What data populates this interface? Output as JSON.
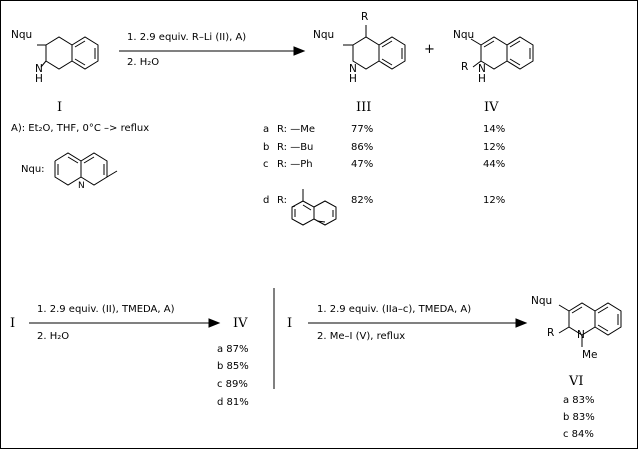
{
  "top_reaction": {
    "reagent_line1": "1.  2.9 equiv.  R–Li  (II),  A)",
    "reagent_line2": "2.  H₂O",
    "start": {
      "group": "Nqu",
      "nh": "N",
      "h": "H",
      "label": "I"
    },
    "product3": {
      "group": "Nqu",
      "r": "R",
      "nh": "N",
      "h": "H",
      "label": "III"
    },
    "plus": "+",
    "product4": {
      "group": "Nqu",
      "r": "R",
      "nh": "N",
      "h": "H",
      "label": "IV"
    },
    "conditions_note": "A):  Et₂O,  THF,  0°C –> reflux",
    "nqu_legend": "Nqu:",
    "nqu_ring_n": "N",
    "rows": [
      {
        "letter": "a",
        "r": "R: —Me",
        "y3": "77%",
        "y4": "14%"
      },
      {
        "letter": "b",
        "r": "R: —Bu",
        "y3": "86%",
        "y4": "12%"
      },
      {
        "letter": "c",
        "r": "R: —Ph",
        "y3": "47%",
        "y4": "44%"
      },
      {
        "letter": "d",
        "r": "R:",
        "y3": "82%",
        "y4": "12%"
      }
    ]
  },
  "bottom_left": {
    "start": "I",
    "reagent_line1": "1.  2.9 equiv.  (II),  TMEDA,  A)",
    "reagent_line2": "2.  H₂O",
    "product": "IV",
    "yields": [
      "a  87%",
      "b  85%",
      "c  89%",
      "d  81%"
    ]
  },
  "bottom_right": {
    "start": "I",
    "reagent_line1": "1.  2.9 equiv.  (IIa–c),  TMEDA,  A)",
    "reagent_line2": "2.  Me–I  (V),  reflux",
    "product": {
      "group": "Nqu",
      "r": "R",
      "nh": "N",
      "me": "Me",
      "label": "VI"
    },
    "yields": [
      "a  83%",
      "b  83%",
      "c  84%"
    ]
  }
}
